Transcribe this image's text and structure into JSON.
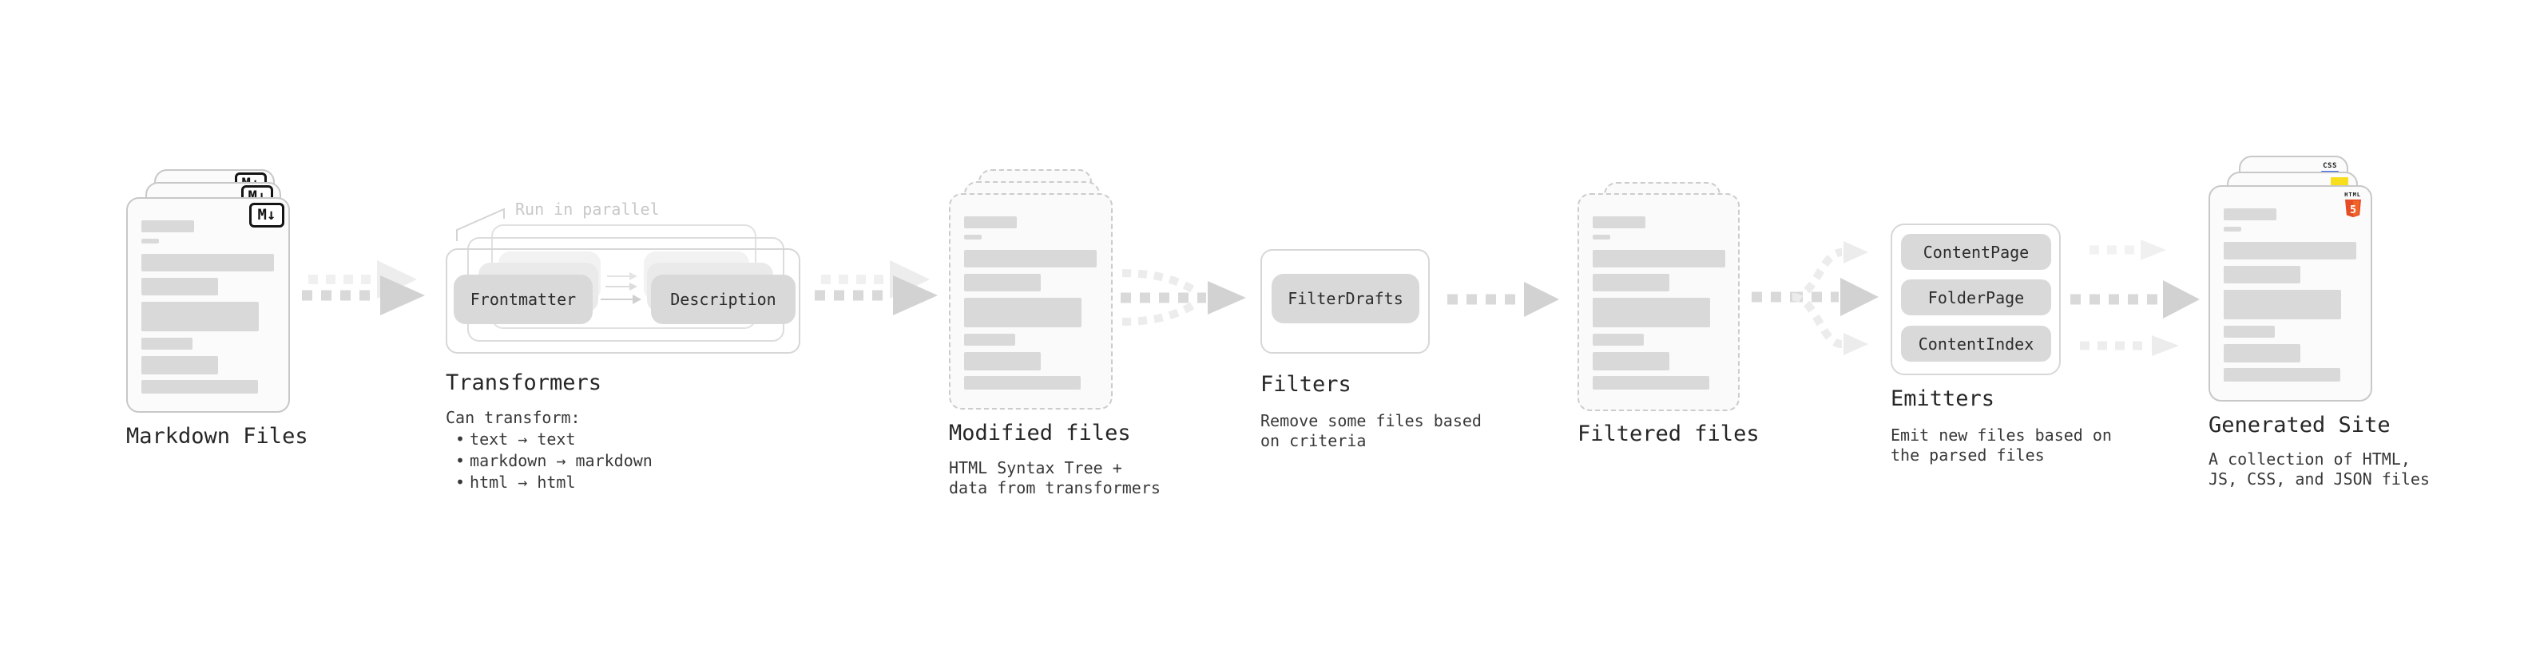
{
  "bullet_char": "•",
  "colors": {
    "arrow_grey": "#d9d9d9",
    "arrow_head_grey": "#d2d2d2",
    "arrow_light": "#efefef",
    "bar_grey": "#d9d9d9",
    "button_grey": "#d9d9d9",
    "card_border": "#c8c8c8",
    "annotation_grey": "#c8c8c8",
    "css_blue": "#2f62f0",
    "js_yellow": "#f7df1e",
    "html_orange": "#e44d26",
    "html_orange_light": "#f16529"
  },
  "stages": {
    "markdown": {
      "label": "Markdown Files",
      "file_icon": "M↓"
    },
    "transformers": {
      "annotation": "Run in parallel",
      "node_a": "Frontmatter",
      "node_b": "Description",
      "label": "Transformers",
      "desc_title": "Can transform:",
      "bullets": [
        "text → text",
        "markdown → markdown",
        "html → html"
      ]
    },
    "modified": {
      "label": "Modified files",
      "desc_line1": "HTML Syntax Tree +",
      "desc_line2": "data from transformers"
    },
    "filters": {
      "label": "Filters",
      "node": "FilterDrafts",
      "desc_line1": "Remove some files based",
      "desc_line2": "on criteria"
    },
    "filtered": {
      "label": "Filtered files"
    },
    "emitters": {
      "label": "Emitters",
      "nodes": [
        "ContentPage",
        "FolderPage",
        "ContentIndex"
      ],
      "desc_line1": "Emit new files based on",
      "desc_line2": "the parsed files"
    },
    "generated": {
      "label": "Generated Site",
      "desc_line1": "A collection of HTML,",
      "desc_line2": "JS, CSS, and JSON files",
      "badges": {
        "css": "CSS",
        "html": "HTML",
        "html_number": "5"
      }
    }
  }
}
